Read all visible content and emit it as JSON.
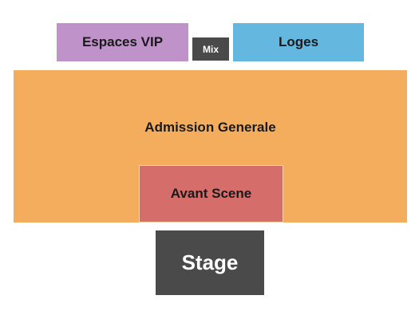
{
  "sections": {
    "vip": {
      "label": "Espaces VIP",
      "color": "#bf92c9"
    },
    "mix": {
      "label": "Mix",
      "color": "#4a4a4a"
    },
    "loges": {
      "label": "Loges",
      "color": "#64b8e0"
    },
    "ga": {
      "label": "Admission Generale",
      "color": "#f3ad5c"
    },
    "avant": {
      "label": "Avant Scene",
      "color": "#d56d6a"
    },
    "stage": {
      "label": "Stage",
      "color": "#4a4a4a"
    }
  }
}
